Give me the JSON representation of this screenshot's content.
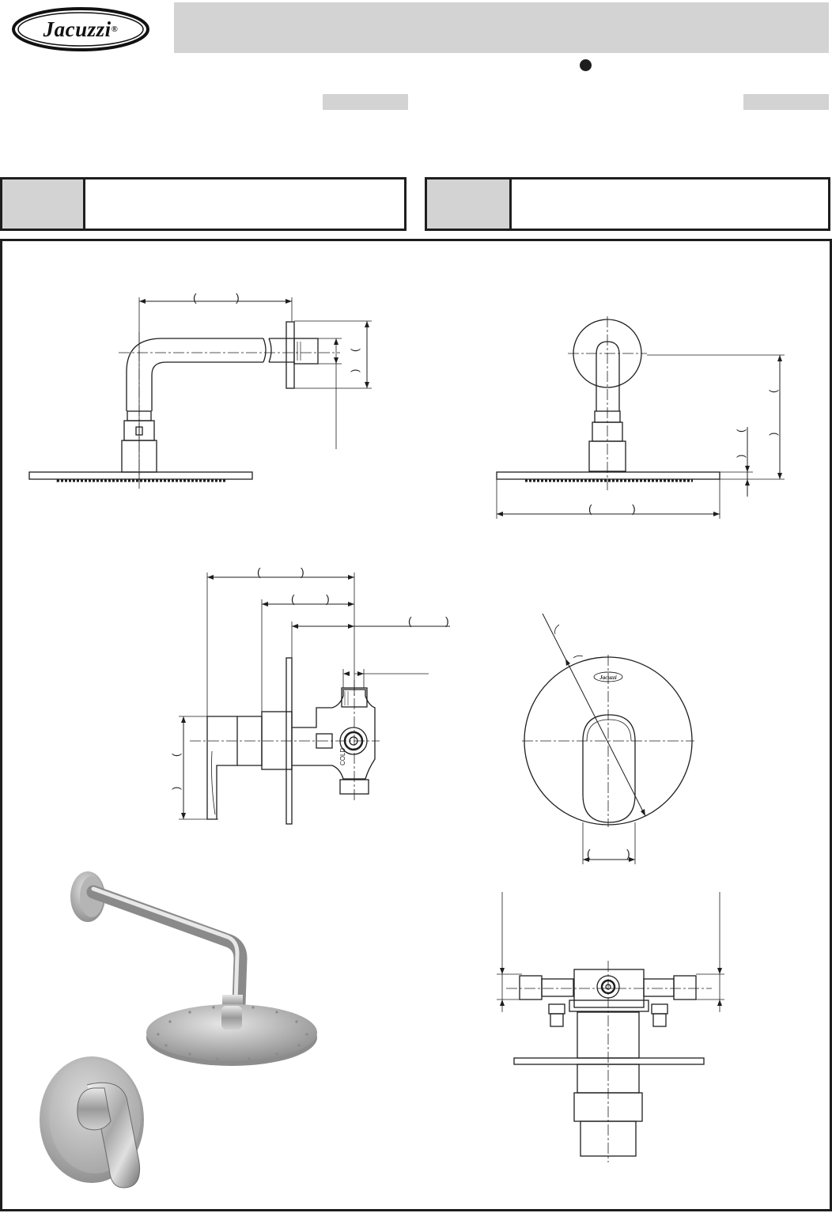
{
  "brand": {
    "name": "Jacuzzi",
    "mark": "®"
  },
  "header": {
    "title": "",
    "left_tag": "",
    "right_tag": ""
  },
  "info_panels": [
    {
      "label": "",
      "text": ""
    },
    {
      "label": "",
      "text": ""
    }
  ],
  "drawing": {
    "views": [
      "shower-arm-side-view",
      "shower-head-front-view",
      "valve-side-view",
      "trim-plate-front-view",
      "product-render",
      "valve-body-top-view"
    ],
    "logo_on_plate": "Jacuzzi"
  },
  "colors": {
    "panel_gray": "#d3d3d3",
    "line": "#1e1e1e"
  }
}
